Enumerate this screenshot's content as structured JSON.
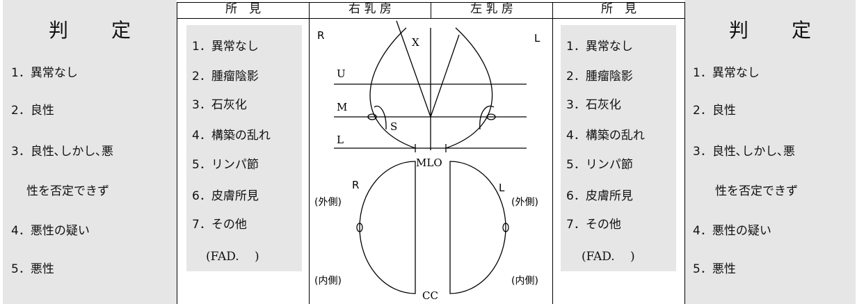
{
  "left_judgment": {
    "title": [
      "判",
      "定"
    ],
    "items": [
      "1．異常なし",
      "2．良性",
      "3．良性､しかし､悪",
      "性を否定できず",
      "4．悪性の疑い",
      "5．悪性"
    ]
  },
  "right_judgment": {
    "title": [
      "判",
      "定"
    ],
    "items": [
      "1．異常なし",
      "2．良性",
      "3．良性､しかし､悪",
      "性を否定できず",
      "4．悪性の疑い",
      "5．悪性"
    ]
  },
  "headers": {
    "findings_left": "所　見",
    "right_breast": "右 乳 房",
    "left_breast": "左 乳 房",
    "findings_right": "所　見"
  },
  "findings_left": [
    "1．異常なし",
    "2．腫瘤陰影",
    "3．石灰化",
    "4．構築の乱れ",
    "5．リンパ節",
    "6．皮膚所見",
    "7．その他",
    "(FAD.　 )"
  ],
  "findings_right": [
    "1．異常なし",
    "2．腫瘤陰影",
    "3．石灰化",
    "4．構築の乱れ",
    "5．リンパ節",
    "6．皮膚所見",
    "7．その他",
    "(FAD.　 )"
  ],
  "diagram": {
    "mlo": {
      "r": "R",
      "l": "L",
      "x": "X",
      "u": "U",
      "m": "M",
      "lo": "L",
      "s": "S",
      "caption": "MLO"
    },
    "cc": {
      "r": "R",
      "l": "L",
      "outer_left": "(外側)",
      "outer_right": "(外側)",
      "inner_left": "(内側)",
      "inner_right": "(内側)",
      "caption": "CC"
    }
  }
}
